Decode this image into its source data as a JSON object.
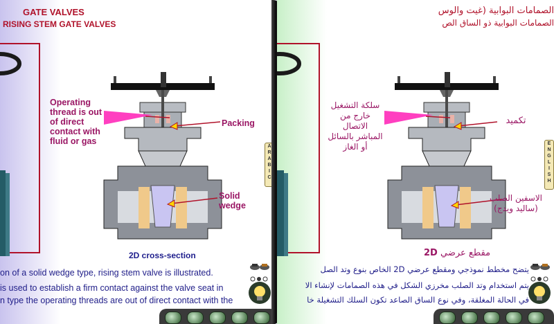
{
  "left": {
    "title": "GATE VALVES",
    "subtitle": "RISING STEM GATE VALVES",
    "label_operating": [
      "Operating",
      "thread is out",
      "of direct",
      "contact with",
      "fluid or gas"
    ],
    "label_packing": "Packing",
    "label_wedge": [
      "Solid",
      "wedge"
    ],
    "caption": "2D cross-section",
    "body_lines": [
      "on of a solid wedge type, rising stem valve is illustrated.",
      "is used to establish a firm contact against the valve seat in",
      "n type the operating threads are out of direct contact with the"
    ],
    "language_tab": "ARABIC"
  },
  "right": {
    "title": "الصمامات البوابية (غيت والوس",
    "subtitle": "الصمامات البوابية ذو الساق الص",
    "label_operating": [
      "سلكة التشغيل",
      "خارج من",
      "الاتصال",
      "المباشر بالسائل",
      "أو الغاز"
    ],
    "label_packing": "تكميد",
    "label_wedge": [
      "الاسفين الصلب",
      "(ساليد ويدج)"
    ],
    "caption_prefix": "مقطع عرضي",
    "caption_bold": "2D",
    "body_lines": [
      "يتضح مخطط نموذجي ومقطع عرضي 2D الخاص بنوع وتد الصل",
      "يتم استخدام وتد الصلب مخرزي الشكل في هذه الصمامات لإنشاء الا",
      "في الحالة المغلقة، وفي نوع الساق الصاعد تكون السلك التشغيلة خا"
    ],
    "language_tab": "ENGLISH"
  },
  "colors": {
    "title_red": "#b0122a",
    "label_magenta": "#9a1664",
    "body_blue": "#22208a",
    "pointer_magenta": "#ff3fc0"
  }
}
